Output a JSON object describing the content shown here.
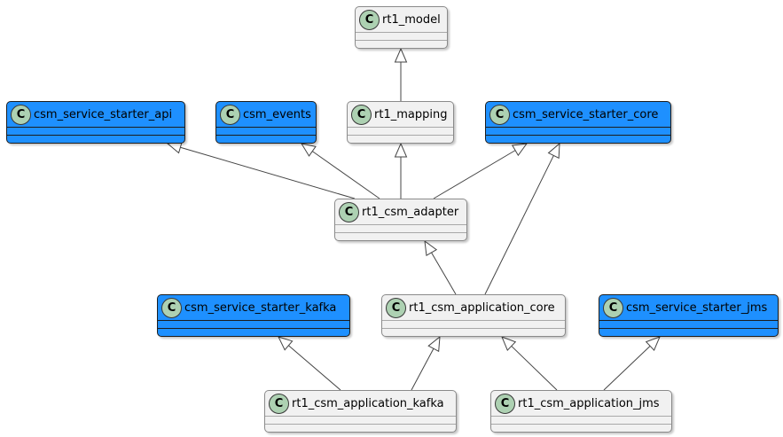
{
  "diagram": {
    "type": "uml-class-diagram",
    "class_icon_letter": "C",
    "colors": {
      "highlight_fill": "#1E90FF",
      "default_fill": "#F1F1F1",
      "icon_fill": "#ADD1B2",
      "edge_stroke": "#454545"
    }
  },
  "nodes": [
    {
      "id": "rt1_model",
      "label": "rt1_model",
      "kind": "class"
    },
    {
      "id": "csm_service_starter_api",
      "label": "csm_service_starter_api",
      "kind": "class-highlighted"
    },
    {
      "id": "csm_events",
      "label": "csm_events",
      "kind": "class-highlighted"
    },
    {
      "id": "rt1_mapping",
      "label": "rt1_mapping",
      "kind": "class"
    },
    {
      "id": "csm_service_starter_core",
      "label": "csm_service_starter_core",
      "kind": "class-highlighted"
    },
    {
      "id": "rt1_csm_adapter",
      "label": "rt1_csm_adapter",
      "kind": "class"
    },
    {
      "id": "csm_service_starter_kafka",
      "label": "csm_service_starter_kafka",
      "kind": "class-highlighted"
    },
    {
      "id": "rt1_csm_application_core",
      "label": "rt1_csm_application_core",
      "kind": "class"
    },
    {
      "id": "csm_service_starter_jms",
      "label": "csm_service_starter_jms",
      "kind": "class-highlighted"
    },
    {
      "id": "rt1_csm_application_kafka",
      "label": "rt1_csm_application_kafka",
      "kind": "class"
    },
    {
      "id": "rt1_csm_application_jms",
      "label": "rt1_csm_application_jms",
      "kind": "class"
    }
  ],
  "edges": [
    {
      "from": "rt1_mapping",
      "to": "rt1_model",
      "type": "extends"
    },
    {
      "from": "rt1_csm_adapter",
      "to": "csm_service_starter_api",
      "type": "extends"
    },
    {
      "from": "rt1_csm_adapter",
      "to": "csm_events",
      "type": "extends"
    },
    {
      "from": "rt1_csm_adapter",
      "to": "rt1_mapping",
      "type": "extends"
    },
    {
      "from": "rt1_csm_adapter",
      "to": "csm_service_starter_core",
      "type": "extends"
    },
    {
      "from": "rt1_csm_application_core",
      "to": "rt1_csm_adapter",
      "type": "extends"
    },
    {
      "from": "rt1_csm_application_core",
      "to": "csm_service_starter_core",
      "type": "extends"
    },
    {
      "from": "rt1_csm_application_kafka",
      "to": "csm_service_starter_kafka",
      "type": "extends"
    },
    {
      "from": "rt1_csm_application_kafka",
      "to": "rt1_csm_application_core",
      "type": "extends"
    },
    {
      "from": "rt1_csm_application_jms",
      "to": "rt1_csm_application_core",
      "type": "extends"
    },
    {
      "from": "rt1_csm_application_jms",
      "to": "csm_service_starter_jms",
      "type": "extends"
    }
  ]
}
